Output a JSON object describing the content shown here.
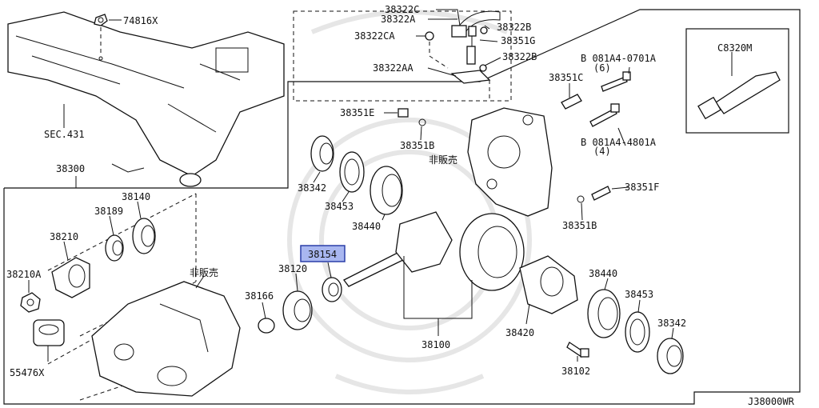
{
  "diagram": {
    "id": "J38000WR",
    "labels": {
      "p74816X": "74816X",
      "sec431": "SEC.431",
      "p38300": "38300",
      "p38322C": "38322C",
      "p38322A": "38322A",
      "p38322B_top": "38322B",
      "p38322CA": "38322CA",
      "p38351G": "38351G",
      "p38322B_mid": "38322B",
      "p38322AA": "38322AA",
      "p081A4_0701A": "B 081A4-0701A",
      "qty6": "(6)",
      "p38351C": "38351C",
      "p38351E": "38351E",
      "p38351B_left": "38351B",
      "hanbai_top": "非販売",
      "p081A4_4801A": "B 081A4-4801A",
      "qty4": "(4)",
      "p38351F": "38351F",
      "p38351B_right": "38351B",
      "pC8320M": "C8320M",
      "p38342_left": "38342",
      "p38453_left": "38453",
      "p38440_left": "38440",
      "p38140": "38140",
      "p38189": "38189",
      "p38210": "38210",
      "p38210A": "38210A",
      "p38154": "38154",
      "p38120": "38120",
      "p38166": "38166",
      "hanbai_bottom": "非販売",
      "p55476X": "55476X",
      "p38100": "38100",
      "p38420": "38420",
      "p38440_right": "38440",
      "p38453_right": "38453",
      "p38342_right": "38342",
      "p38102": "38102"
    },
    "highlighted_part": "38154",
    "highlight_color": "#a9b7f0"
  }
}
